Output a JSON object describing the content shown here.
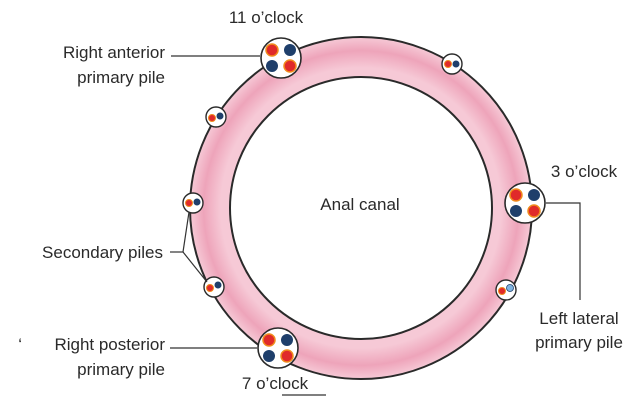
{
  "diagram": {
    "center_label": "Anal canal",
    "clock_labels": {
      "eleven": "11 o’clock",
      "three": "3 o’clock",
      "seven": "7 o’clock"
    },
    "callouts": {
      "right_anterior_line1": "Right anterior",
      "right_anterior_line2": "primary pile",
      "secondary": "Secondary piles",
      "right_posterior_mark": "‘",
      "right_posterior_line1": "Right posterior",
      "right_posterior_line2": "primary pile",
      "left_lateral_line1": "Left lateral",
      "left_lateral_line2": "primary pile"
    },
    "colors": {
      "ring_pink": "#f3b9c9",
      "ring_edge": "#2a2a2a",
      "vessel_red": "#e02a2a",
      "vessel_blue": "#1f3f6b",
      "vessel_orange": "#f08a1c",
      "vessel_light_blue": "#7fb4e0"
    }
  }
}
